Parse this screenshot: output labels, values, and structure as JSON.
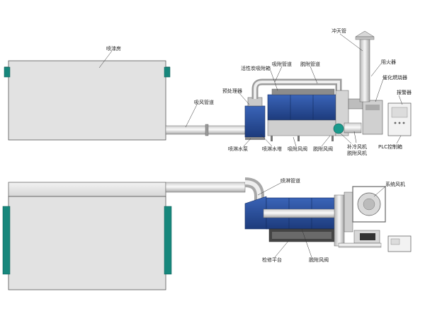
{
  "colors": {
    "booth_fill": "#e4e4e4",
    "teal": "#17877c",
    "blue": "#2a4f9c",
    "blue_dark": "#1c3a78",
    "pipe_light": "#f2f2f2",
    "pipe_mid": "#bdbdbd",
    "metal": "#9a9a9a"
  },
  "labels": {
    "paint_booth": "喷漆房",
    "chimney": "冲天管",
    "activated_carbon": "活性炭吸附箱",
    "adsorb_duct": "吸附管道",
    "desorb_duct": "脱附管道",
    "fire_arrester": "阻火器",
    "catalytic_burner": "催化燃烧器",
    "pre_filter": "预处理器",
    "suction_duct": "吸风管道",
    "alarm": "报警器",
    "spray_pump": "喷淋水泵",
    "spray_tower": "喷淋水塔",
    "adsorb_valve": "吸附风阀",
    "desorb_valve": "脱附风阀",
    "cooling_fan": "补冷风机",
    "desorb_fan": "脱附风机",
    "plc_cabinet": "PLC控制箱",
    "spray_duct": "喷淋管道",
    "system_fan": "系统风机",
    "maintenance_platform": "检修平台",
    "desorb_valve_bottom": "脱附风阀"
  }
}
